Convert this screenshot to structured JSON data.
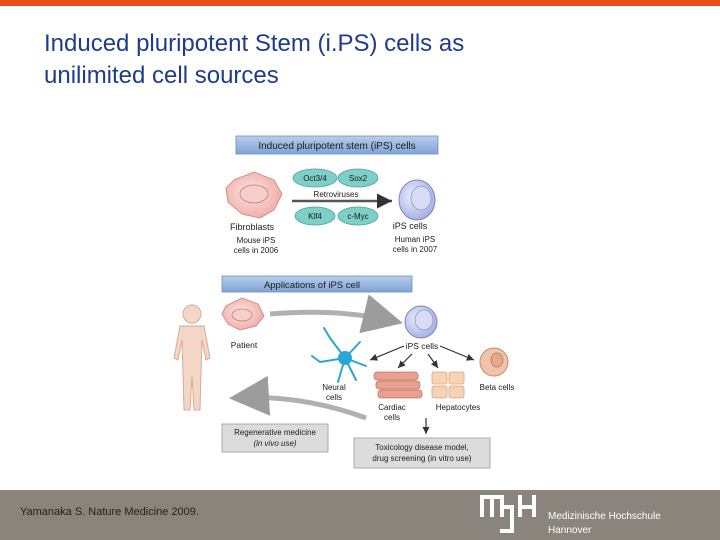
{
  "slide": {
    "title_line1": "Induced pluripotent Stem (i.PS) cells as",
    "title_line2": "unilimited cell sources",
    "citation": "Yamanaka S. Nature Medicine 2009.",
    "logo_line1": "Medizinische Hochschule",
    "logo_line2": "Hannover"
  },
  "figure": {
    "top_banner": "Induced pluripotent stem (iPS) cells",
    "factor_oct": "Oct3/4",
    "factor_sox": "Sox2",
    "retroviruses": "Retroviruses",
    "factor_klf": "Klf4",
    "factor_myc": "c-Myc",
    "fibroblasts": "Fibroblasts",
    "mouse_line1": "Mouse iPS",
    "mouse_line2": "cells in 2006",
    "ips_cells_top": "iPS cells",
    "human_line1": "Human iPS",
    "human_line2": "cells in 2007",
    "applications_banner": "Applications of iPS cell",
    "patient": "Patient",
    "ips_cells_mid": "iPS cells",
    "neural_line1": "Neural",
    "neural_line2": "cells",
    "cardiac_line1": "Cardiac",
    "cardiac_line2": "cells",
    "hepatocytes": "Hepatocytes",
    "beta_cells": "Beta cells",
    "regen_line1": "Regenerative medicine",
    "regen_line2": "(in vivo use)",
    "tox_line1": "Toxicology disease model,",
    "tox_line2": "drug screening (in vitro use)"
  },
  "colors": {
    "accent_bar": "#e8491d",
    "title_text": "#1f3b8f",
    "banner_blue": "#8fb0dc",
    "factor_teal": "#7fcfc9",
    "fibroblast_pink": "#f3c7c4",
    "ips_blue": "#c9cfee",
    "footer_gray": "#8a847c"
  }
}
